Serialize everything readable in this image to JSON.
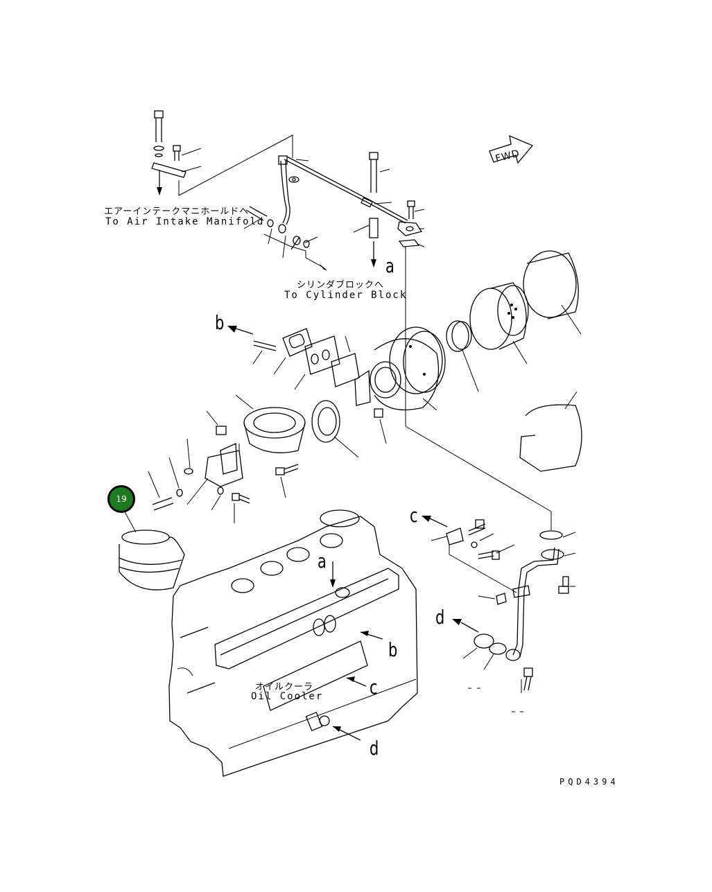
{
  "labels": {
    "air_intake_jp": "エアーインテークマニホールドへ",
    "air_intake_en": "To Air Intake Manifold",
    "cylinder_block_jp": "シリンダブロックへ",
    "cylinder_block_en": "To Cylinder Block",
    "oil_cooler_jp": "オイルクーラ",
    "oil_cooler_en": "Oil Cooler",
    "fwd": "FWD",
    "drawing_code": "PQD4394"
  },
  "references": {
    "a_top": "a",
    "b_left": "b",
    "c_left": "c",
    "d_left": "d",
    "a_block": "a",
    "b_block": "b",
    "c_block": "c",
    "d_block": "d"
  },
  "callout": {
    "number": "19",
    "color": "#1e7a1e"
  }
}
